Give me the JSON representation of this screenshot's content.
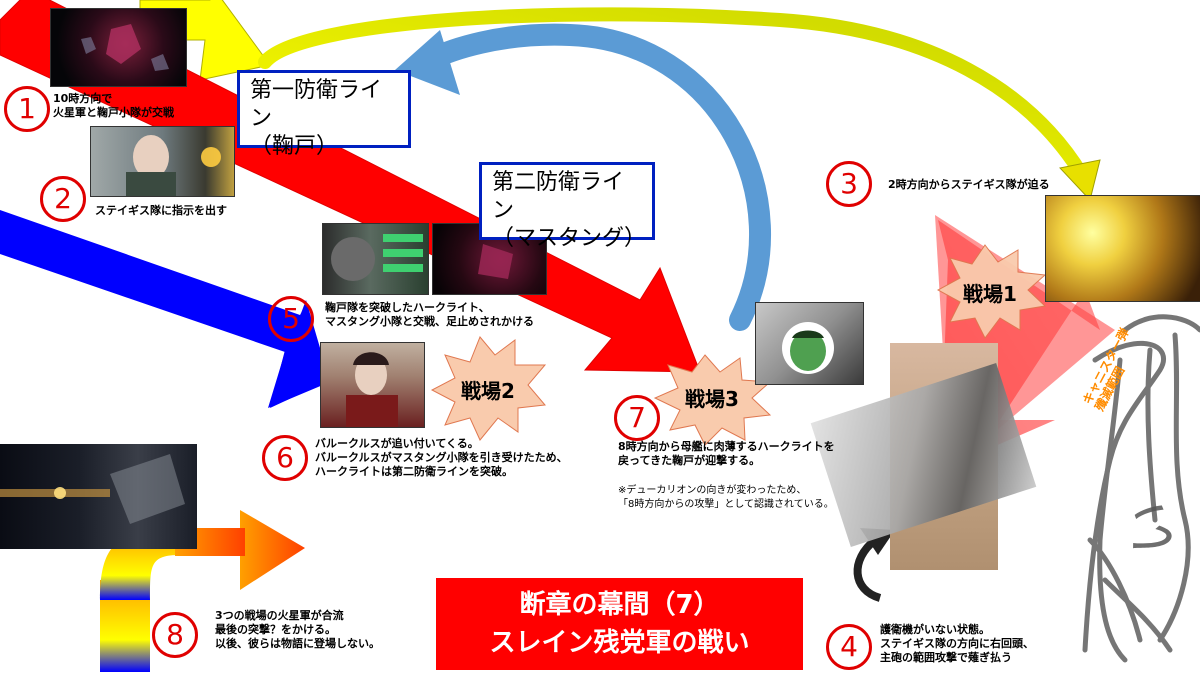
{
  "lines": {
    "first_defense": "第一防衛ライン\n（鞠戸）",
    "second_defense": "第二防衛ライン\n（マスタング）"
  },
  "steps": [
    {
      "num": "1",
      "caption": "10時方向で\n火星軍と鞠戸小隊が交戦"
    },
    {
      "num": "2",
      "caption": "ステイギス隊に指示を出す"
    },
    {
      "num": "3",
      "caption": "2時方向からステイギス隊が迫る"
    },
    {
      "num": "4",
      "caption": "護衛機がいない状態。\nステイギス隊の方向に右回頭、\n主砲の範囲攻撃で薙ぎ払う"
    },
    {
      "num": "5",
      "caption": "鞠戸隊を突破したハークライト、\nマスタング小隊と交戦、足止めされかける"
    },
    {
      "num": "6",
      "caption": "バルークルスが追い付いてくる。\nバルークルスがマスタング小隊を引き受けたため、\nハークライトは第二防衛ラインを突破。"
    },
    {
      "num": "7",
      "caption": "8時方向から母艦に肉薄するハークライトを\n戻ってきた鞠戸が迎撃する。",
      "note": "※デューカリオンの向きが変わったため、\n「8時方向からの攻撃」として認識されている。"
    },
    {
      "num": "8",
      "caption": "3つの戦場の火星軍が合流\n最後の突撃？をかける。\n以後、彼らは物語に登場しない。"
    }
  ],
  "battles": {
    "b1": "戦場1",
    "b2": "戦場2",
    "b3": "戦場3"
  },
  "range_label": "キャニスター弾\n殲滅範囲",
  "hand_text": "いわ",
  "title": {
    "line1": "断章の幕間（7）",
    "line2": "スレイン残党軍の戦い"
  },
  "colors": {
    "red": "#ff0000",
    "blue": "#0000ff",
    "yellow": "#ffff00",
    "steel": "#5b9bd5",
    "burst": "#f9cbad",
    "box_border": "#0020c0"
  }
}
